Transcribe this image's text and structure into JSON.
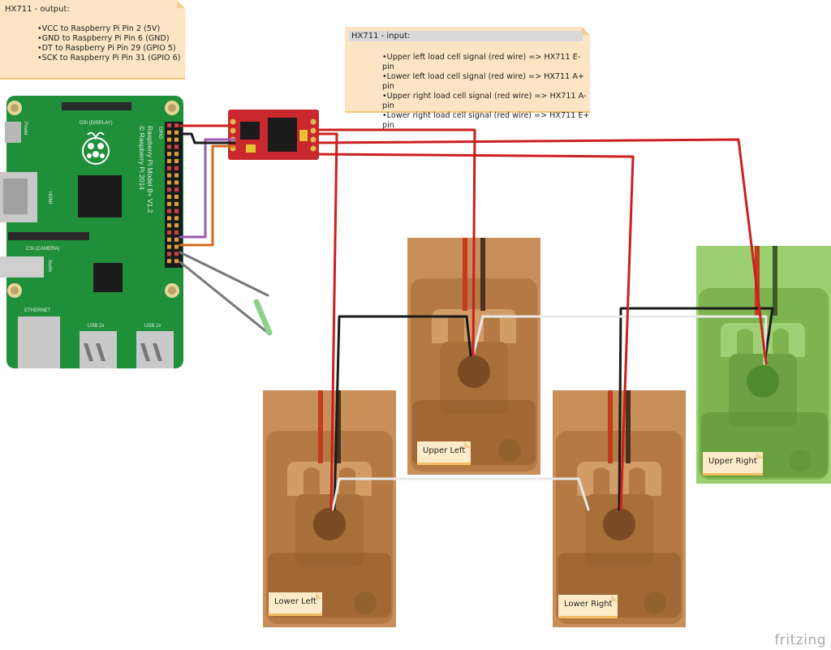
{
  "output_note": {
    "title": "HX711 - output:",
    "items": [
      "VCC to Raspberry Pi Pin 2 (5V)",
      "GND to Raspberry Pi Pin 6 (GND)",
      "DT to Raspberry Pi Pin 29 (GPIO 5)",
      "SCK to Raspberry Pi Pin 31 (GPIO 6)"
    ]
  },
  "input_note": {
    "title": "HX711 - input:",
    "items": [
      "Upper left load cell signal (red wire) => HX711 E- pin",
      "Lower left load cell signal (red wire) => HX711 A+ pin",
      "Upper right load cell signal (red wire) => HX711 A- pin",
      "Lower right load cell signal (red wire) => HX711 E+ pin"
    ]
  },
  "board": {
    "model": "Raspberry Pi Model B+ V1.2",
    "copyright": "© Raspberry Pi 2014",
    "dsi_label": "DSI (DISPLAY)",
    "csi_label": "CSI (CAMERA)",
    "hdmi_label": "HDMI",
    "power_label": "Power",
    "audio_label": "Audio",
    "ethernet_label": "ETHERNET",
    "usb_label": "USB 2x",
    "gpio_label": "GPIO"
  },
  "load_cells": {
    "upper_left": "Upper Left",
    "lower_left": "Lower Left",
    "lower_right": "Lower Right",
    "upper_right": "Upper Right"
  },
  "colors": {
    "board": "#1f8f3a",
    "hx711": "#c8282e",
    "load_cell": "#c98f5a",
    "load_cell_highlight": "#8cc65a",
    "wire_red": "#cc1f1f",
    "wire_black": "#1a1a1a",
    "wire_white": "#e8e8e8",
    "wire_orange": "#d2691e",
    "wire_purple": "#9b59b6",
    "wire_gray": "#777777"
  },
  "watermark": "fritzing"
}
